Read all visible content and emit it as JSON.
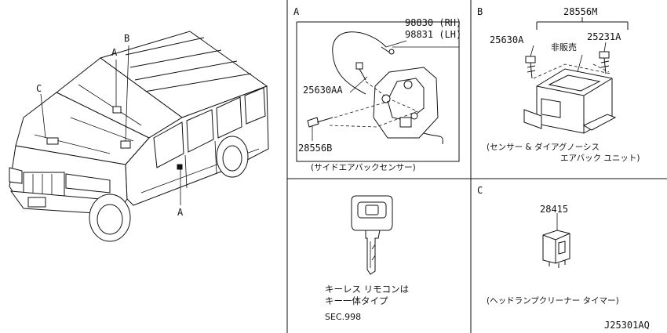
{
  "panels": {
    "a": {
      "letter": "A",
      "parts": [
        "98830 (RH)",
        "98831 (LH)",
        "25630AA",
        "28556B"
      ],
      "caption": "(サイドエアバックセンサー)"
    },
    "b": {
      "letter": "B",
      "parts": [
        "28556M",
        "25630A",
        "25231A"
      ],
      "note": "非販売",
      "caption_line1": "(センサー & ダイアグノーシス",
      "caption_line2": "エアバック ユニット)"
    },
    "key": {
      "note_line1": "キーレス リモコンは",
      "note_line2": "キー一体タイプ",
      "sec_ref": "SEC.998"
    },
    "c": {
      "letter": "C",
      "parts": [
        "28415"
      ],
      "caption": "(ヘッドランプクリーナー タイマー)"
    }
  },
  "vehicle_callouts": [
    "A",
    "B",
    "C",
    "A"
  ],
  "diagram_code": "J25301AQ"
}
